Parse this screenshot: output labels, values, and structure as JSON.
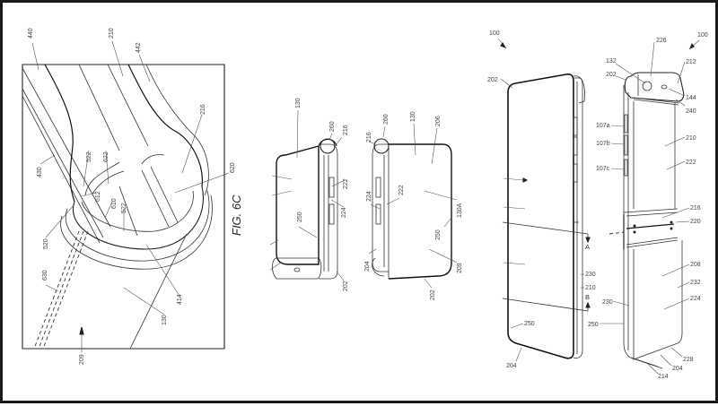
{
  "figure_6c": {
    "caption": "FIG. 6C",
    "labels": {
      "l440": "440",
      "l210": "210",
      "l442": "442",
      "l216": "216",
      "l522a": "522",
      "l622": "622",
      "l430": "430",
      "l612": "612",
      "l610": "610",
      "l522b": "522",
      "l620": "620",
      "l520": "520",
      "l630": "630",
      "l414": "414",
      "l130": "130",
      "l209": "209"
    }
  },
  "figure_folded_left": {
    "labels": {
      "l130": "130",
      "l260": "260",
      "l216": "216",
      "l222": "222",
      "l224": "224",
      "l250": "250",
      "l202": "202"
    }
  },
  "figure_folded_right": {
    "labels": {
      "l216": "216",
      "l260": "260",
      "l130": "130",
      "l206": "206",
      "l224": "224",
      "l222": "222",
      "l130a": "130A",
      "l250": "250",
      "l204": "204",
      "l209": "209",
      "l202": "202"
    }
  },
  "figure_open_front": {
    "labels": {
      "l100": "100",
      "l202": "202",
      "l250": "250",
      "l204": "204",
      "l230": "230",
      "l210": "210",
      "secA": "A",
      "secB": "B"
    }
  },
  "figure_open_back": {
    "labels": {
      "l100": "100",
      "l226": "226",
      "l132": "132",
      "l212": "212",
      "l202": "202",
      "l144": "144",
      "l240": "240",
      "l107a": "107a",
      "l107b": "107b",
      "l107c": "107c",
      "l210": "210",
      "l222": "222",
      "l216": "216",
      "l220": "220",
      "l208": "208",
      "l232": "232",
      "l230": "230",
      "l224": "224",
      "l250": "250",
      "l228": "228",
      "l204": "204",
      "l214": "214"
    }
  }
}
